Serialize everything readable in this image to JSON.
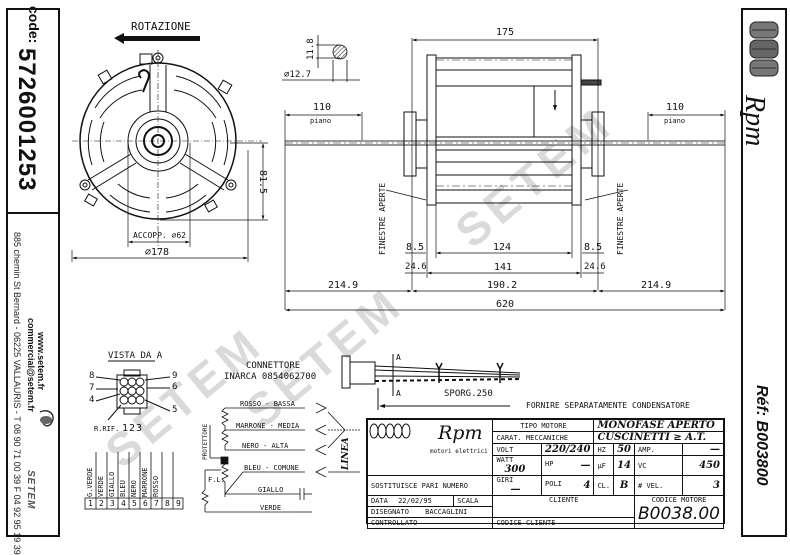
{
  "left_panel": {
    "code_label": "code:",
    "code_value": "5726001253",
    "website": "www.setem.fr",
    "email": "commercial@setem.fr",
    "address": "885 chemin St Bernard - 06225 VALLAURIS - T 08 90 71 00 39  F 04 92 95 19 39",
    "company_logo_text": "SETEM"
  },
  "right_panel": {
    "brand": "Rpm",
    "reference": "Réf: B003800"
  },
  "front_view": {
    "rotation_label": "ROTAZIONE",
    "coupling_label": "ACCOPP. ⌀62",
    "diameter_label": "⌀178",
    "height_label": "81.5"
  },
  "shaft_section": {
    "flat_label": "11.8",
    "diameter_label": "⌀12.7"
  },
  "side_view": {
    "body_length": "175",
    "left_shaft": "110",
    "left_shaft_note": "piano",
    "right_shaft": "110",
    "right_shaft_note": "piano",
    "window_left": "FINESTRE APERTE",
    "window_right": "FINESTRE APERTE",
    "dim_8_5_left": "8.5",
    "dim_124": "124",
    "dim_8_5_right": "8.5",
    "dim_24_6_left": "24.6",
    "dim_141": "141",
    "dim_24_6_right": "24.6",
    "dim_214_9_left": "214.9",
    "dim_190_2": "190.2",
    "dim_214_9_right": "214.9",
    "dim_620": "620"
  },
  "connector_view": {
    "title": "VISTA DA A",
    "pins_left": [
      "8",
      "7",
      "4"
    ],
    "pins_right": [
      "9",
      "6",
      "5"
    ],
    "ref_label": "R.RIF.",
    "pins_bottom": "123"
  },
  "wire_table": {
    "colors": [
      "G.VERDE",
      "VERDE",
      "GIALLO",
      "BLEU",
      "NERO",
      "MARRONE",
      "ROSSO",
      "",
      ""
    ],
    "numbers": [
      "1",
      "2",
      "3",
      "4",
      "5",
      "6",
      "7",
      "8",
      "9"
    ]
  },
  "wiring": {
    "connector_title": "CONNETTORE",
    "connector_part": "INARCA 0854062700",
    "wires": [
      "ROSSO - BASSA",
      "MARRONE - MEDIA",
      "NERO - ALTA",
      "BLEU - COMUNE",
      "GIALLO",
      "VERDE"
    ],
    "protector": "PROTETTORE",
    "fl": "F.L.",
    "line": "LINEA"
  },
  "cable": {
    "section_a_top": "A",
    "section_a_bottom": "A",
    "length": "SPORG.250",
    "note": "FORNIRE SEPARATAMENTE CONDENSATORE"
  },
  "title_block": {
    "logo": "Rpm",
    "logo_sub": "motori elettrici",
    "replaces": "SOSTITUISCE PARI NUMERO",
    "date_label": "DATA",
    "date": "22/02/95",
    "scale": "SCALA",
    "drawn_label": "DISEGNATO",
    "drawn_by": "BACCAGLINI",
    "checked": "CONTROLLATO",
    "motor_type_label": "TIPO MOTORE",
    "motor_type": "MONOFASE APERTO",
    "mech_label": "CARAT. MECCANICHE",
    "mech": "CUSCINETTI ≥ A.T.",
    "volt_label": "VOLT",
    "volt": "220/240",
    "hz_label": "HZ",
    "hz": "50",
    "amp_label": "AMP.",
    "amp": "—",
    "watt_label": "WATT",
    "watt": "300",
    "hp_label": "HP",
    "hp": "—",
    "uf_label": "µF",
    "uf": "14",
    "vc_label": "VC",
    "vc": "450",
    "giri_label": "GIRI",
    "giri": "—",
    "poli_label": "POLI",
    "poli": "4",
    "cl_label": "CL.",
    "cl": "B",
    "vel_label": "# VEL.",
    "vel": "3",
    "client_label": "CLIENTE",
    "client_code_label": "CODICE CLIENTE",
    "motor_code_label": "CODICE MOTORE",
    "motor_code": "B0038.00"
  },
  "watermark": "SETEM"
}
